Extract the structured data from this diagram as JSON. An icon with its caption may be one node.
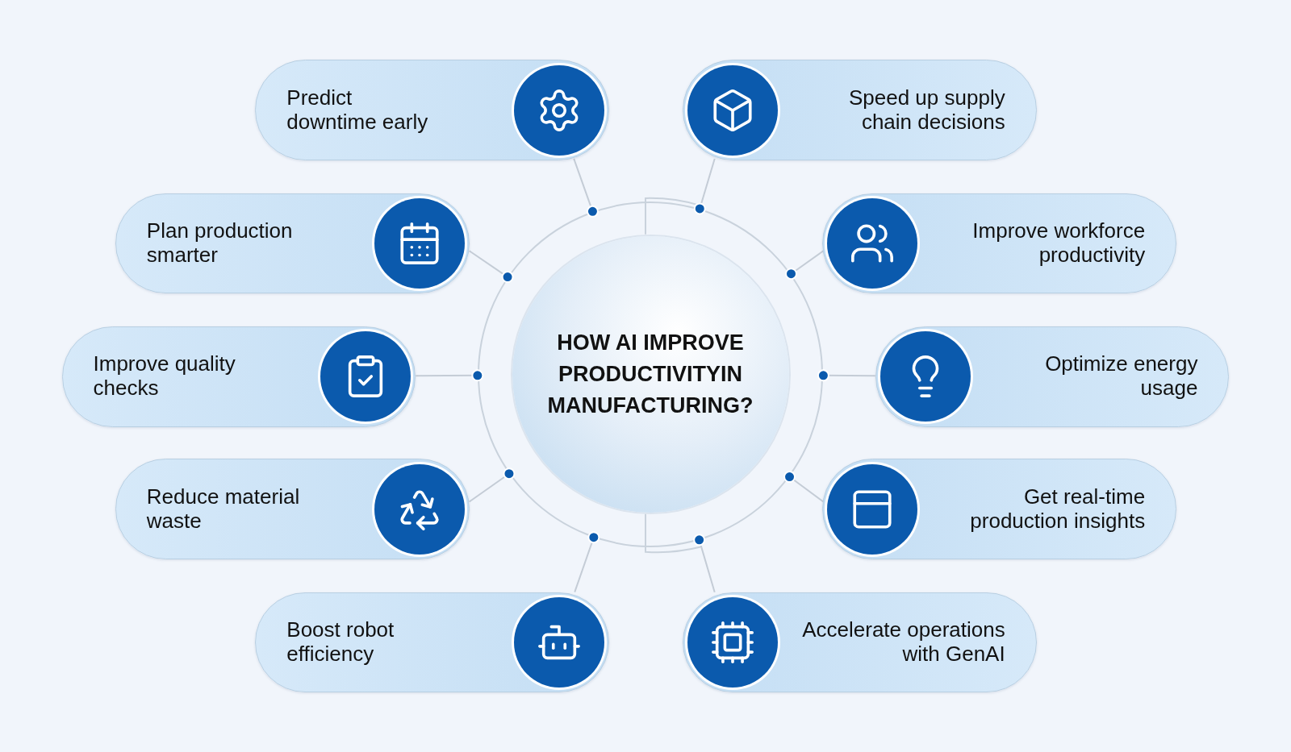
{
  "diagram": {
    "nodes": [
      {
        "text": [
          "HOW AI IMPROVE PRODUCTIVITYIN MANUFACTURING?"
        ]
      },
      {
        "text": [
          "Predict downtime early"
        ]
      },
      {
        "text": [
          "Speed up supply chain decisions"
        ]
      },
      {
        "text": [
          "Plan production smarter"
        ]
      },
      {
        "text": [
          "Improve workforce productivity"
        ]
      },
      {
        "text": [
          "Improve quality checks"
        ]
      },
      {
        "text": [
          "Optimize energy usage"
        ]
      },
      {
        "text": [
          "Reduce material waste"
        ]
      },
      {
        "text": [
          "Get real-time production insights"
        ]
      },
      {
        "text": [
          "Boost robot efficiency"
        ]
      },
      {
        "text": [
          "Accelerate operations with GenAI"
        ]
      }
    ],
    "edges": [
      {
        "from": 0,
        "to": 1,
        "arrow": "none"
      },
      {
        "from": 0,
        "to": 2,
        "arrow": "none"
      },
      {
        "from": 0,
        "to": 3,
        "arrow": "none"
      },
      {
        "from": 0,
        "to": 4,
        "arrow": "none"
      },
      {
        "from": 0,
        "to": 5,
        "arrow": "none"
      },
      {
        "from": 0,
        "to": 6,
        "arrow": "none"
      },
      {
        "from": 0,
        "to": 7,
        "arrow": "none"
      },
      {
        "from": 0,
        "to": 8,
        "arrow": "none"
      },
      {
        "from": 0,
        "to": 9,
        "arrow": "none"
      },
      {
        "from": 0,
        "to": 10,
        "arrow": "none"
      }
    ]
  }
}
